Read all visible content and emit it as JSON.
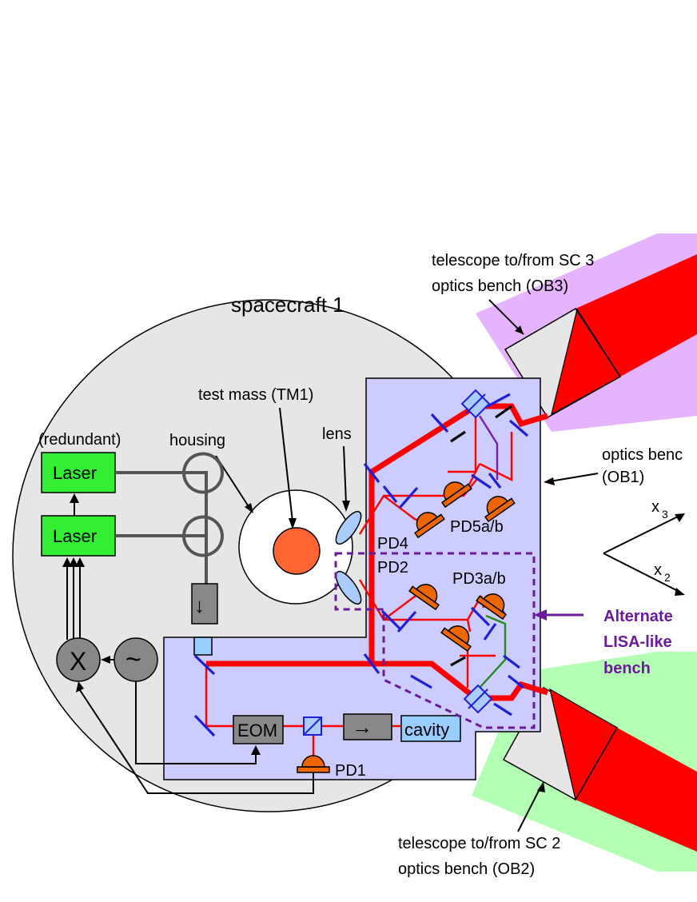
{
  "labels": {
    "spacecraft": "spacecraft 1",
    "telescope3_line1": "telescope to/from SC 3",
    "telescope3_line2": "optics bench (OB3)",
    "telescope2_line1": "telescope to/from SC 2",
    "telescope2_line2": "optics bench (OB2)",
    "test_mass": "test mass (TM1)",
    "housing": "housing",
    "lens": "lens",
    "redundant": "(redundant)",
    "laser_top": "Laser",
    "laser_bottom": "Laser",
    "optics_bench_line1": "optics benc",
    "optics_bench_line2": "(OB1)",
    "x3": "x",
    "x3_sub": "3",
    "x2": "x",
    "x2_sub": "2",
    "pd1": "PD1",
    "pd2": "PD2",
    "pd3": "PD3a/b",
    "pd4": "PD4",
    "pd5": "PD5a/b",
    "eom": "EOM",
    "cavity": "cavity",
    "isolator_arrow": "→",
    "down_arrow": "↓",
    "mixer": "X",
    "oscillator": "~",
    "alternate_line1": "Alternate",
    "alternate_line2": "LISA-like",
    "alternate_line3": "bench"
  },
  "colors": {
    "spacecraft_fill": "#e6e6e6",
    "bench_fill": "#ccccff",
    "laser_fill": "#33ee33",
    "beam": "#ff0000",
    "telescope3_band": "#e6b3ff",
    "telescope2_band": "#b3ffb3",
    "test_mass": "#ff6633",
    "photodiode": "#ee6600",
    "mirror": "#1f1fd9",
    "component_gray": "#888888",
    "cavity_fill": "#99ccff",
    "alternate_bench": "#6a1b9a"
  },
  "icons": {
    "down_arrow": "down-arrow-icon",
    "isolator": "right-arrow-icon",
    "mixer": "mixer-icon",
    "oscillator": "sine-wave-icon",
    "photodiode": "photodiode-icon",
    "beamsplitter": "beamsplitter-icon"
  }
}
